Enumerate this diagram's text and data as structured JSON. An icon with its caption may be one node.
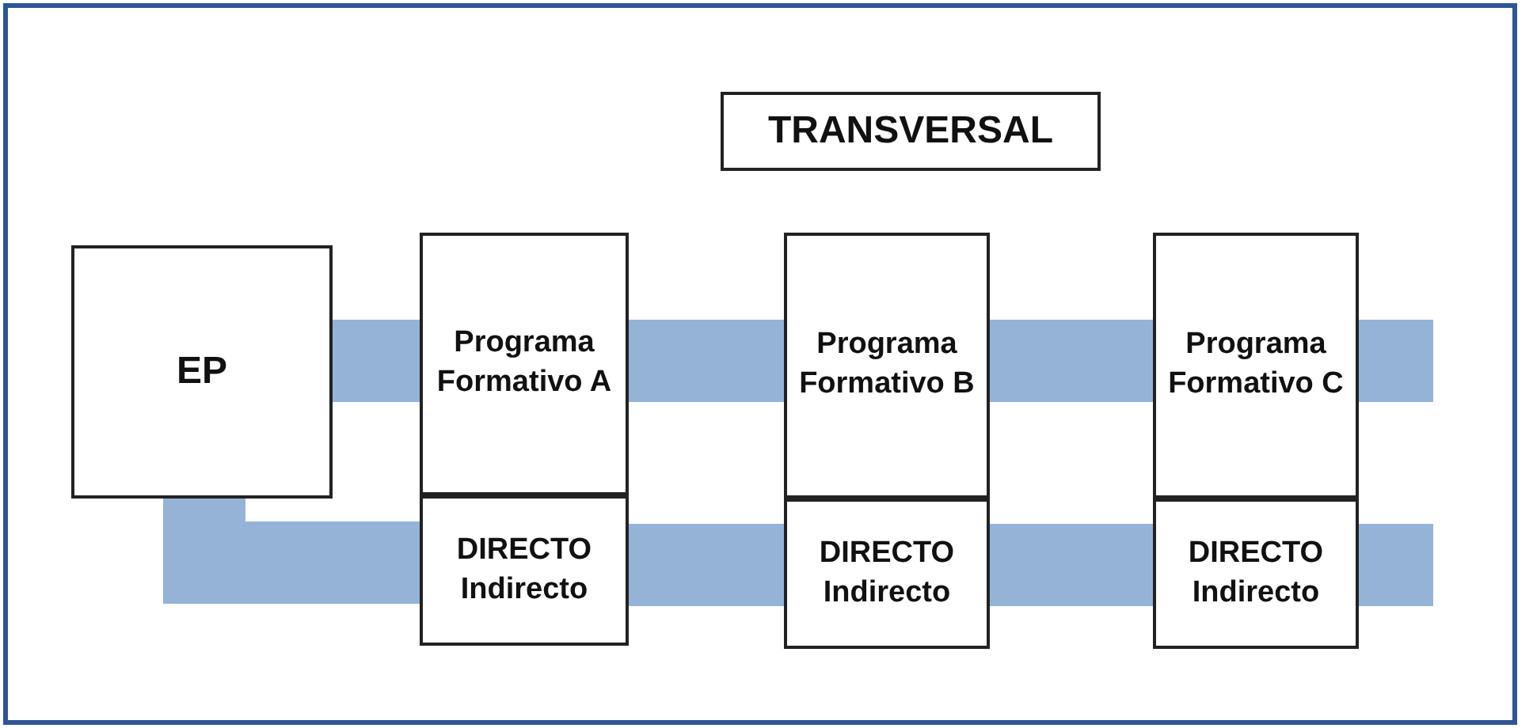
{
  "diagram": {
    "nodes": [
      {
        "text": [
          "TRANSVERSAL"
        ]
      },
      {
        "text": [
          "EP"
        ]
      },
      {
        "text": [
          "Programa Formativo A"
        ]
      },
      {
        "text": [
          "DIRECTO Indirecto"
        ]
      },
      {
        "text": [
          "Programa Formativo B"
        ]
      },
      {
        "text": [
          "DIRECTO Indirecto"
        ]
      },
      {
        "text": [
          "Programa Formativo C"
        ]
      },
      {
        "text": [
          "DIRECTO Indirecto"
        ]
      }
    ],
    "edges": [
      {
        "from": 1,
        "to": 2,
        "arrow": "none"
      },
      {
        "from": 2,
        "to": 4,
        "arrow": "none"
      },
      {
        "from": 4,
        "to": 6,
        "arrow": "none"
      },
      {
        "from": 6,
        "to": null,
        "arrow": "none"
      },
      {
        "from": 1,
        "to": 3,
        "arrow": "none"
      },
      {
        "from": 3,
        "to": 5,
        "arrow": "none"
      },
      {
        "from": 5,
        "to": 7,
        "arrow": "none"
      },
      {
        "from": 7,
        "to": null,
        "arrow": "none"
      }
    ]
  }
}
